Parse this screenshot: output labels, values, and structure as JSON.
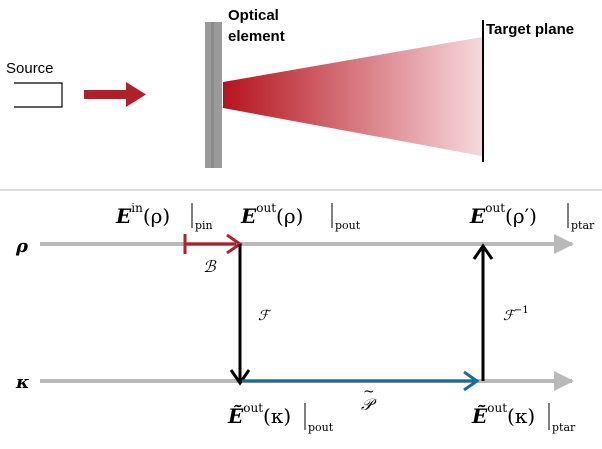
{
  "top_panel": {
    "source_label": "Source",
    "optical_element_label_line1": "Optical",
    "optical_element_label_line2": "element",
    "target_plane_label": "Target plane",
    "colors": {
      "arrow": "#b0202a",
      "beam_start": "#b5141e",
      "beam_end": "#f6d8dc",
      "element_fill": "#9a9a9a",
      "divider": "#dcdcdc"
    }
  },
  "bottom_panel": {
    "axis_rho": "ρ",
    "axis_kappa": "κ",
    "E_in_rho": {
      "base": "E",
      "sup": "in",
      "arg": "(ρ)",
      "sub": "pin"
    },
    "E_out_rho": {
      "base": "E",
      "sup": "out",
      "arg": "(ρ)",
      "sub": "pout"
    },
    "E_out_rho_prime": {
      "base": "E",
      "sup": "out",
      "arg": "(ρ′)",
      "sub": "ptar"
    },
    "E_tilde_out_pout": {
      "base": "Ẽ",
      "sup": "out",
      "arg": "(κ)",
      "sub": "pout"
    },
    "E_tilde_out_ptar": {
      "base": "Ẽ",
      "sup": "out",
      "arg": "(κ)",
      "sub": "ptar"
    },
    "operator_B": "ℬ",
    "operator_F": "ℱ",
    "operator_F_inv": "ℱ",
    "operator_F_inv_sup": "−1",
    "operator_P": "𝒫",
    "operator_P_tilde": "~",
    "colors": {
      "axis": "#b9b9b9",
      "B_arrow": "#b0202a",
      "P_arrow": "#1f6a93",
      "F_arrow": "#000000"
    }
  }
}
